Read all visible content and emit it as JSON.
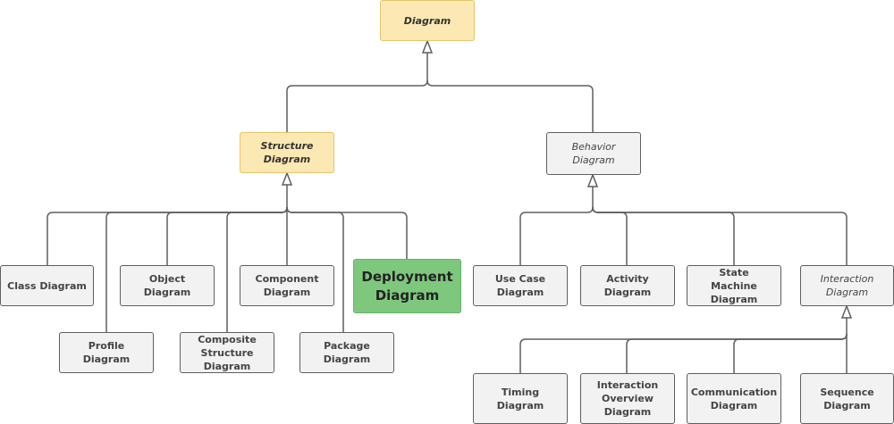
{
  "diagram": {
    "title": "UML Diagram Hierarchy",
    "colors": {
      "line": "#5f5f5f",
      "concrete_fill": "#f2f2f2",
      "abstract_highlight_fill": "#fce8b2",
      "selected_fill": "#7ec87e"
    },
    "nodes": {
      "root": {
        "label": "Diagram",
        "abstract": true
      },
      "structure": {
        "label": "Structure Diagram",
        "abstract": true
      },
      "behavior": {
        "label": "Behavior Diagram",
        "abstract": true
      },
      "class": {
        "label": "Class Diagram"
      },
      "profile": {
        "label": "Profile Diagram"
      },
      "object": {
        "label": "Object Diagram"
      },
      "composite": {
        "label": "Composite Structure Diagram"
      },
      "component": {
        "label": "Component Diagram"
      },
      "package": {
        "label": "Package Diagram"
      },
      "deployment": {
        "label": "Deployment Diagram",
        "selected": true
      },
      "usecase": {
        "label": "Use Case Diagram"
      },
      "activity": {
        "label": "Activity Diagram"
      },
      "statemachine": {
        "label": "State Machine Diagram"
      },
      "interaction": {
        "label": "Interaction Diagram",
        "abstract": true
      },
      "timing": {
        "label": "Timing Diagram"
      },
      "interactionoverview": {
        "label": "Interaction Overview Diagram"
      },
      "communication": {
        "label": "Communication Diagram"
      },
      "sequence": {
        "label": "Sequence Diagram"
      }
    },
    "edges": [
      {
        "from": "structure",
        "to": "root",
        "type": "generalization"
      },
      {
        "from": "behavior",
        "to": "root",
        "type": "generalization"
      },
      {
        "from": "class",
        "to": "structure",
        "type": "generalization"
      },
      {
        "from": "profile",
        "to": "structure",
        "type": "generalization"
      },
      {
        "from": "object",
        "to": "structure",
        "type": "generalization"
      },
      {
        "from": "composite",
        "to": "structure",
        "type": "generalization"
      },
      {
        "from": "component",
        "to": "structure",
        "type": "generalization"
      },
      {
        "from": "package",
        "to": "structure",
        "type": "generalization"
      },
      {
        "from": "deployment",
        "to": "structure",
        "type": "generalization"
      },
      {
        "from": "usecase",
        "to": "behavior",
        "type": "generalization"
      },
      {
        "from": "activity",
        "to": "behavior",
        "type": "generalization"
      },
      {
        "from": "statemachine",
        "to": "behavior",
        "type": "generalization"
      },
      {
        "from": "interaction",
        "to": "behavior",
        "type": "generalization"
      },
      {
        "from": "timing",
        "to": "interaction",
        "type": "generalization"
      },
      {
        "from": "interactionoverview",
        "to": "interaction",
        "type": "generalization"
      },
      {
        "from": "communication",
        "to": "interaction",
        "type": "generalization"
      },
      {
        "from": "sequence",
        "to": "interaction",
        "type": "generalization"
      }
    ]
  }
}
